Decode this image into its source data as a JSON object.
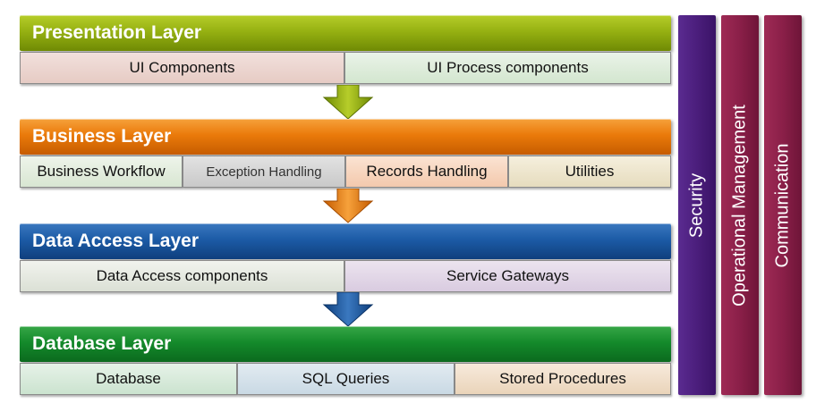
{
  "layers": [
    {
      "title": "Presentation Layer",
      "components": [
        "UI Components",
        "UI Process components"
      ]
    },
    {
      "title": "Business Layer",
      "components": [
        "Business Workflow",
        "Exception Handling",
        "Records Handling",
        "Utilities"
      ]
    },
    {
      "title": "Data Access  Layer",
      "components": [
        "Data Access components",
        "Service Gateways"
      ]
    },
    {
      "title": "Database Layer",
      "components": [
        "Database",
        "SQL Queries",
        "Stored Procedures"
      ]
    }
  ],
  "cross_cutting": [
    "Security",
    "Operational Management",
    "Communication"
  ],
  "colors": {
    "presentation": "#96b112",
    "business": "#ea7a0a",
    "data_access": "#1c5ba6",
    "database": "#148a2b",
    "security": "#4b1e7c",
    "operational_management": "#8a1f48",
    "communication": "#8a1f48"
  }
}
